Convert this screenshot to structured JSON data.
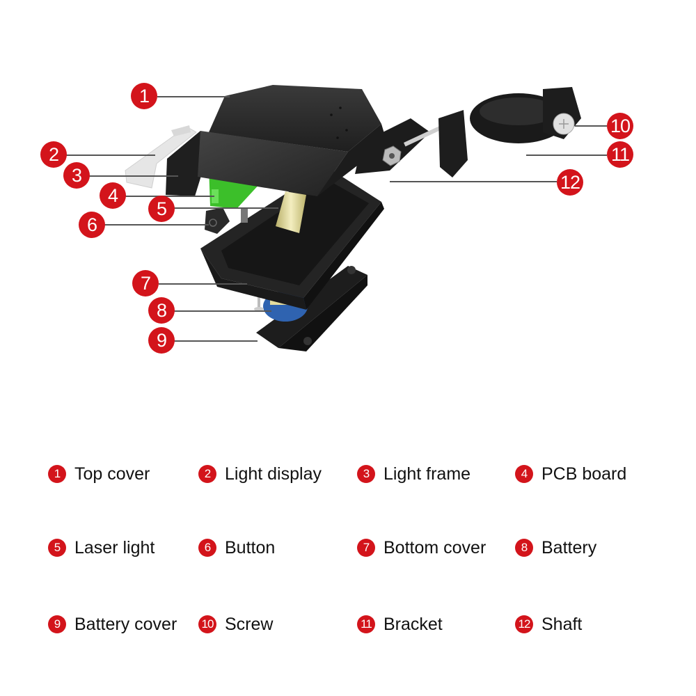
{
  "diagram": {
    "type": "exploded-view",
    "subject": "bicycle light with handlebar mount",
    "colors": {
      "callout": "#d3141b",
      "callout_text": "#ffffff",
      "leader_line": "#555555",
      "housing": "#2a2a2a",
      "pcb": "#3cbf2a",
      "laser": "#e4dd9e",
      "battery": "#2f63b0",
      "light_display": "#e8e8e8"
    }
  },
  "callouts": [
    {
      "num": "1",
      "label": "Top cover"
    },
    {
      "num": "2",
      "label": "Light display"
    },
    {
      "num": "3",
      "label": "Light frame"
    },
    {
      "num": "4",
      "label": "PCB board"
    },
    {
      "num": "5",
      "label": "Laser light"
    },
    {
      "num": "6",
      "label": "Button"
    },
    {
      "num": "7",
      "label": "Bottom cover"
    },
    {
      "num": "8",
      "label": "Battery"
    },
    {
      "num": "9",
      "label": "Battery cover"
    },
    {
      "num": "10",
      "label": "Screw"
    },
    {
      "num": "11",
      "label": "Bracket"
    },
    {
      "num": "12",
      "label": "Shaft"
    }
  ]
}
